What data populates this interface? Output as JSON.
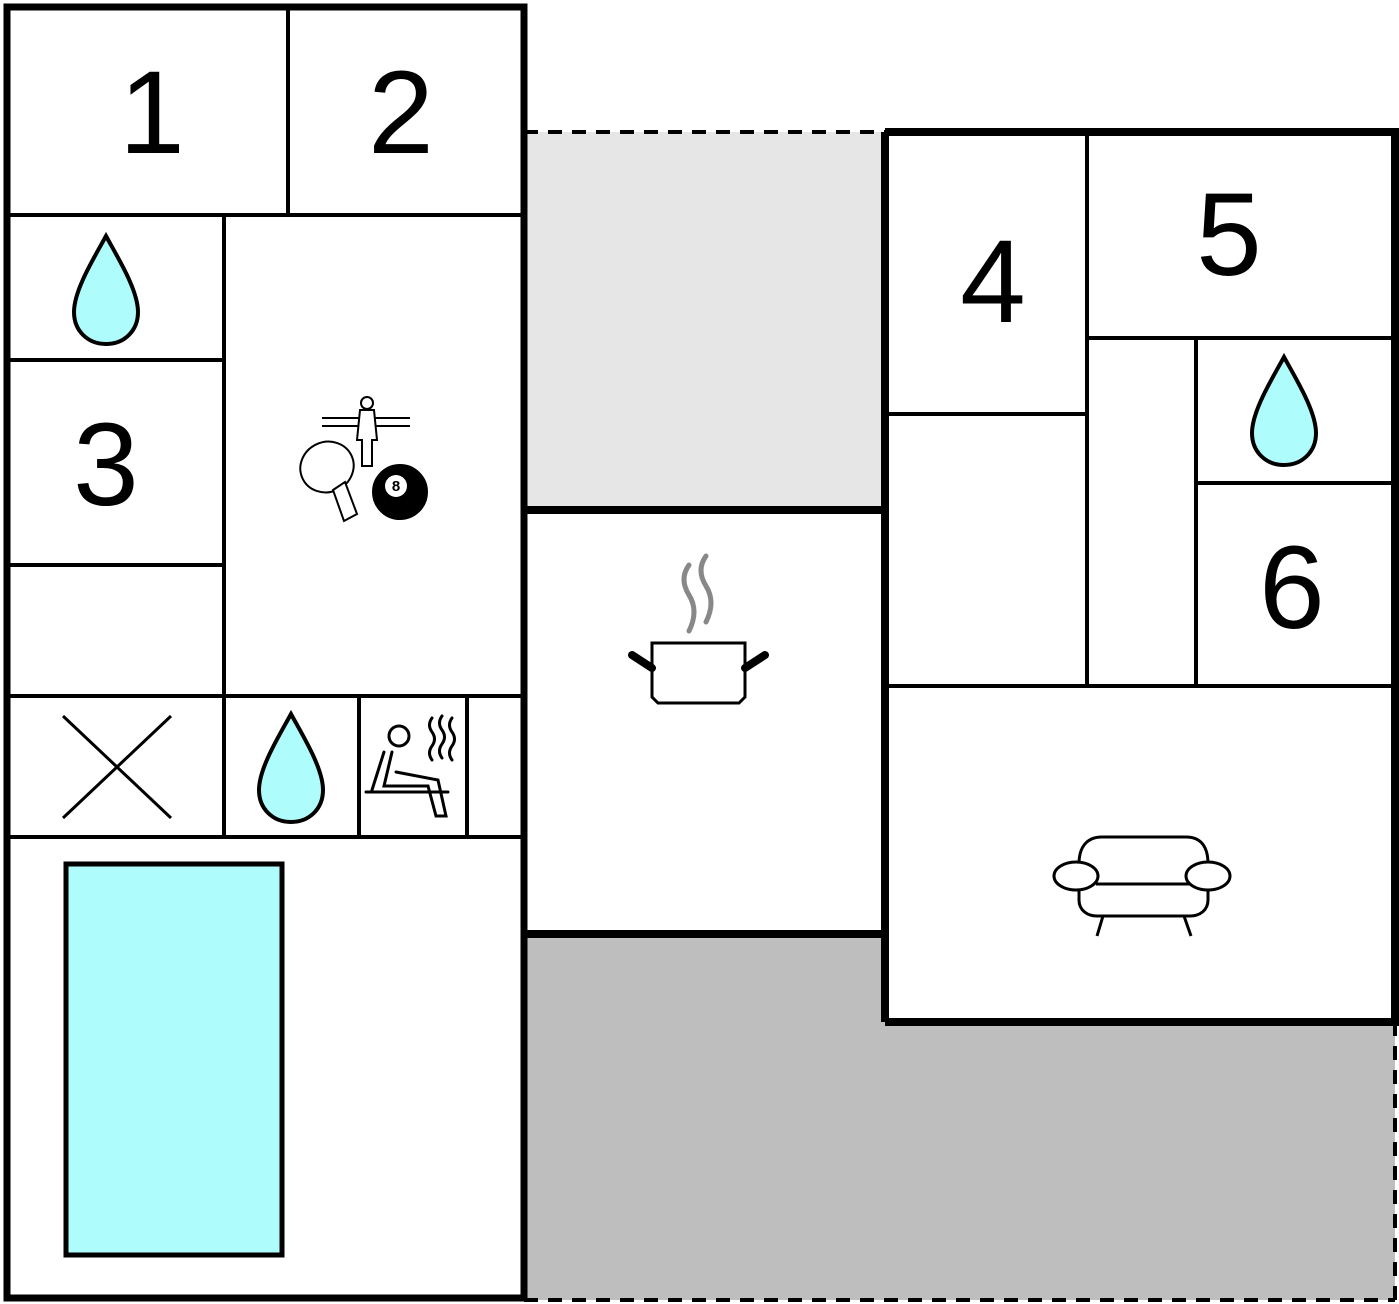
{
  "floorplan": {
    "rooms": [
      {
        "id": "room-1",
        "label": "1"
      },
      {
        "id": "room-2",
        "label": "2"
      },
      {
        "id": "room-3",
        "label": "3"
      },
      {
        "id": "room-4",
        "label": "4"
      },
      {
        "id": "room-5",
        "label": "5"
      },
      {
        "id": "room-6",
        "label": "6"
      }
    ],
    "ball_number": "8",
    "colors": {
      "wall": "#000000",
      "water": "#aefcfc",
      "pool": "#aefcfc",
      "covered_area": "#e6e6e6",
      "terrace": "#bebebe",
      "steam": "#888888",
      "background": "#ffffff"
    },
    "icons": [
      "water-drop-icon",
      "games-room-icon",
      "kitchen-pot-icon",
      "sauna-icon",
      "closed-area-x-icon",
      "sofa-icon",
      "pool-icon"
    ]
  }
}
